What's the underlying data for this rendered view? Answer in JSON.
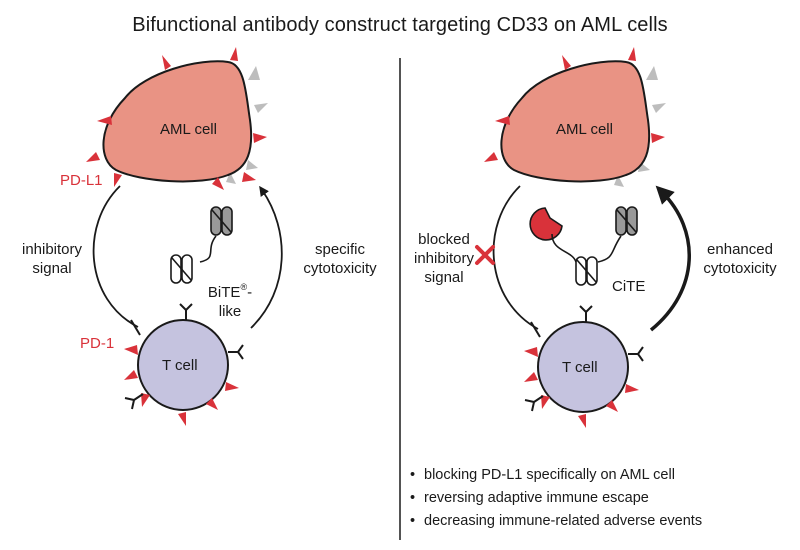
{
  "title": "Bifunctional antibody construct targeting CD33 on AML cells",
  "left_panel": {
    "aml_cell_label": "AML cell",
    "t_cell_label": "T cell",
    "pdl1_label": "PD-L1",
    "pd1_label": "PD-1",
    "inhibitory_label": [
      "inhibitory",
      "signal"
    ],
    "cytotoxicity_label": [
      "specific",
      "cytotoxicity"
    ],
    "bite_label_main": "BiTE",
    "bite_label_sup": "®",
    "bite_label_suffix": "-",
    "bite_label_line2": "like"
  },
  "right_panel": {
    "aml_cell_label": "AML cell",
    "t_cell_label": "T cell",
    "blocked_label": [
      "blocked",
      "inhibitory",
      "signal"
    ],
    "enhanced_label": [
      "enhanced",
      "cytotoxicity"
    ],
    "cite_label": "CiTE"
  },
  "bullets": [
    "blocking PD-L1 specifically on AML cell",
    "reversing adaptive immune escape",
    "decreasing immune-related adverse events"
  ],
  "colors": {
    "aml_fill": "#e99384",
    "t_cell_fill": "#c5c3df",
    "pdl1_red": "#d9323a",
    "grey_receptor": "#bdbdbd",
    "outline": "#1a1a1a"
  }
}
